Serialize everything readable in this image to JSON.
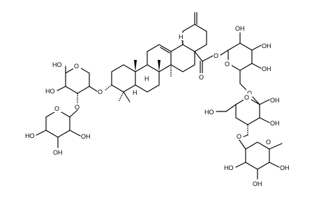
{
  "molecule": {
    "labels": {
      "hydroxyl": "OH",
      "hydroxyl_left": "HO",
      "oxygen": "O",
      "hydrogen": "H"
    }
  }
}
